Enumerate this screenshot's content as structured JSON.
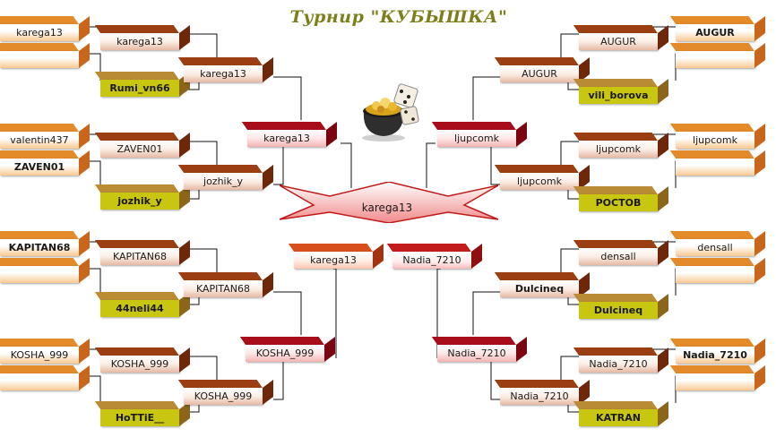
{
  "title": "Турнир \"КУБЫШКА\"",
  "champion": "karega13",
  "left": {
    "r1": [
      "karega13",
      "",
      "valentin437",
      "ZAVEN01",
      "KAPITAN68",
      "",
      "KOSHA_999",
      ""
    ],
    "r2": [
      "karega13",
      "Rumi_vn66",
      "ZAVEN01",
      "jozhik_y",
      "KAPITAN68",
      "44neli44",
      "KOSHA_999",
      "HoTTiE__"
    ],
    "r3": [
      "karega13",
      "jozhik_y",
      "KAPITAN68",
      "KOSHA_999"
    ],
    "r4": [
      "karega13",
      "KOSHA_999"
    ],
    "semi": "karega13"
  },
  "right": {
    "r1": [
      "AUGUR",
      "",
      "ljupcomk",
      "",
      "densall",
      "",
      "Nadia_7210",
      ""
    ],
    "r2": [
      "AUGUR",
      "vili_borova",
      "ljupcomk",
      "РОСТОВ",
      "densall",
      "Dulcineq",
      "Nadia_7210",
      "KATRAN"
    ],
    "r3": [
      "AUGUR",
      "ljupcomk",
      "Dulcineq",
      "Nadia_7210"
    ],
    "r4": [
      "ljupcomk",
      "Nadia_7210"
    ],
    "semi": "Nadia_7210"
  }
}
